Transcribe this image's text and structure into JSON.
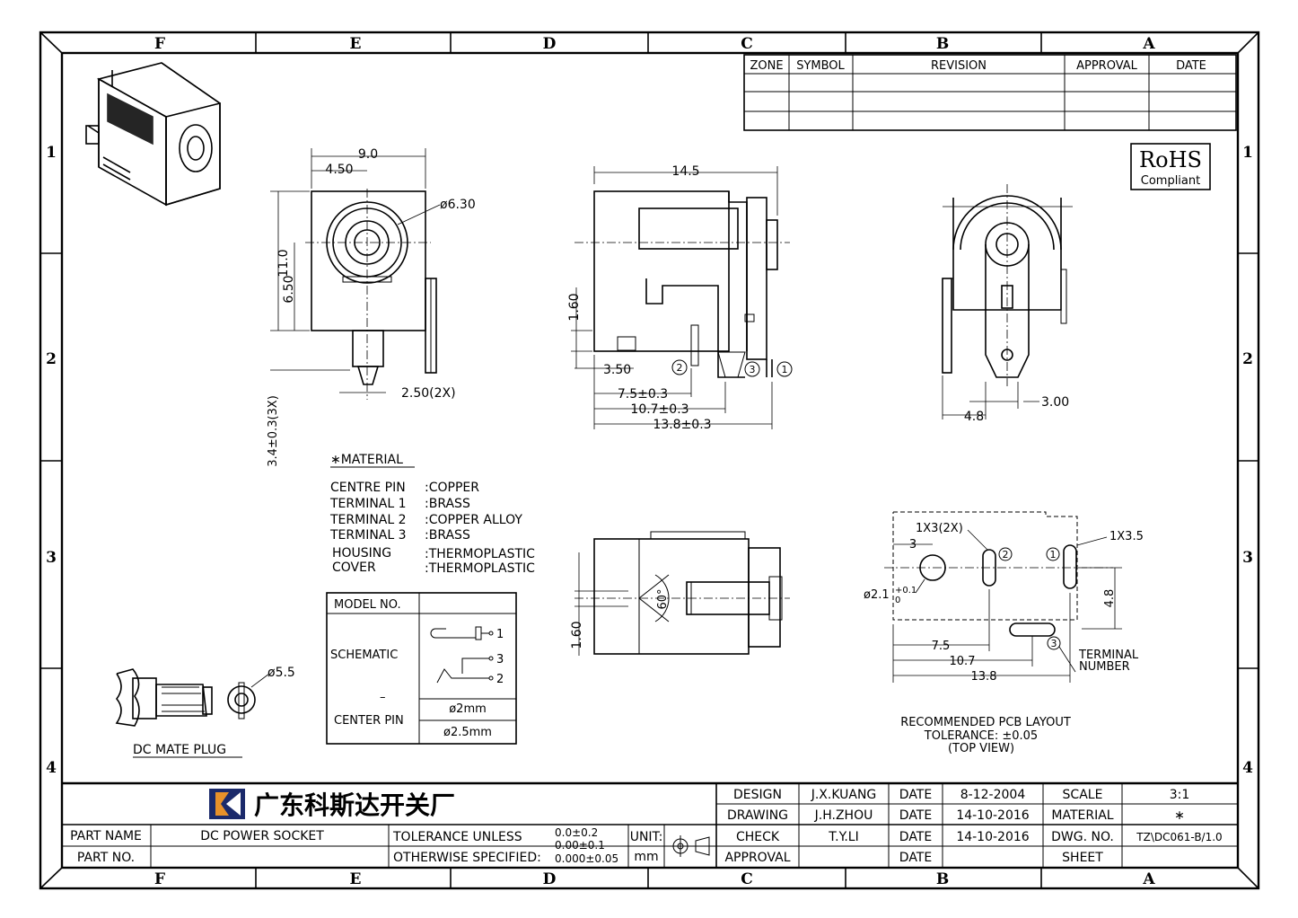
{
  "frame": {
    "col_labels_top": [
      "F",
      "E",
      "D",
      "C",
      "B",
      "A"
    ],
    "col_labels_bottom": [
      "F",
      "E",
      "D",
      "C",
      "B",
      "A"
    ],
    "row_labels_left": [
      "1",
      "2",
      "3",
      "4"
    ],
    "row_labels_right": [
      "1",
      "2",
      "3",
      "4"
    ]
  },
  "revision_table": {
    "headers": [
      "ZONE",
      "SYMBOL",
      "REVISION",
      "APPROVAL",
      "DATE"
    ]
  },
  "rohs": {
    "title": "RoHS",
    "subtitle": "Compliant"
  },
  "front_view": {
    "dim_width": "9.0",
    "dim_half": "4.50",
    "dim_dia": "ø6.30",
    "dim_height": "11.0",
    "dim_center": "6.50",
    "dim_pin_gap": "2.50(2X)",
    "dim_pin_len": "3.4±0.3(3X)"
  },
  "side_view": {
    "dim_length": "14.5",
    "dim_h": "1.60",
    "dim_350": "3.50",
    "dim_75": "7.5±0.3",
    "dim_107": "10.7±0.3",
    "dim_138": "13.8±0.3",
    "term_2": "2",
    "term_3": "3",
    "term_1": "1"
  },
  "rear_view": {
    "dim_48": "4.8",
    "dim_300": "3.00"
  },
  "material": {
    "title": "∗MATERIAL",
    "items": [
      {
        "part": "CENTRE PIN",
        "value": ":COPPER"
      },
      {
        "part": "TERMINAL 1",
        "value": ":BRASS"
      },
      {
        "part": "TERMINAL 2",
        "value": ":COPPER ALLOY"
      },
      {
        "part": "TERMINAL 3",
        "value": ":BRASS"
      },
      {
        "part": "HOUSING",
        "value": ":THERMOPLASTIC"
      },
      {
        "part": "COVER",
        "value": ":THERMOPLASTIC"
      }
    ]
  },
  "model_table": {
    "model_no": "MODEL NO.",
    "schematic": "SCHEMATIC",
    "dash": "–",
    "center_pin": "CENTER PIN",
    "pin_a": "ø2mm",
    "pin_b": "ø2.5mm",
    "sch_1": "1",
    "sch_3": "3",
    "sch_2": "2"
  },
  "bottom_view": {
    "dim_h": "1.60",
    "angle": "60°"
  },
  "plug": {
    "dim": "ø5.5",
    "label": "DC MATE PLUG"
  },
  "pcb": {
    "slot_2x": "1X3(2X)",
    "slot_1": "1X3.5",
    "dim_3": "3",
    "dia": "ø2.1",
    "dia_tol_up": "+0.1",
    "dia_tol_dn": "0",
    "dim_48": "4.8",
    "dim_75": "7.5",
    "dim_107": "10.7",
    "dim_138": "13.8",
    "term_label_1": "TERMINAL",
    "term_label_2": "NUMBER",
    "n1": "1",
    "n2": "2",
    "n3": "3",
    "caption_1": "RECOMMENDED PCB LAYOUT",
    "caption_2": "TOLERANCE: ±0.05",
    "caption_3": "(TOP VIEW)"
  },
  "title_block": {
    "company": "广东科斯达开关厂",
    "design_label": "DESIGN",
    "design_name": "J.X.KUANG",
    "date_label_1": "DATE",
    "design_date": "8-12-2004",
    "scale_label": "SCALE",
    "scale_value": "3:1",
    "drawing_label": "DRAWING",
    "drawing_name": "J.H.ZHOU",
    "date_label_2": "DATE",
    "drawing_date": "14-10-2016",
    "material_label": "MATERIAL",
    "material_value": "∗",
    "check_label": "CHECK",
    "check_name": "T.Y.LI",
    "date_label_3": "DATE",
    "check_date": "14-10-2016",
    "dwg_label": "DWG. NO.",
    "dwg_value": "TZ\\DC061-B/1.0",
    "approval_label": "APPROVAL",
    "date_label_4": "DATE",
    "sheet_label": "SHEET",
    "part_name_label": "PART NAME",
    "part_name": "DC POWER SOCKET",
    "part_no_label": "PART NO.",
    "tol_1": "TOLERANCE UNLESS",
    "tol_2": "OTHERWISE SPECIFIED:",
    "tol_v1": "0.0±0.2",
    "tol_v2": "0.00±0.1",
    "tol_v3": "0.000±0.05",
    "unit_label": "UNIT:",
    "unit_value": "mm"
  }
}
